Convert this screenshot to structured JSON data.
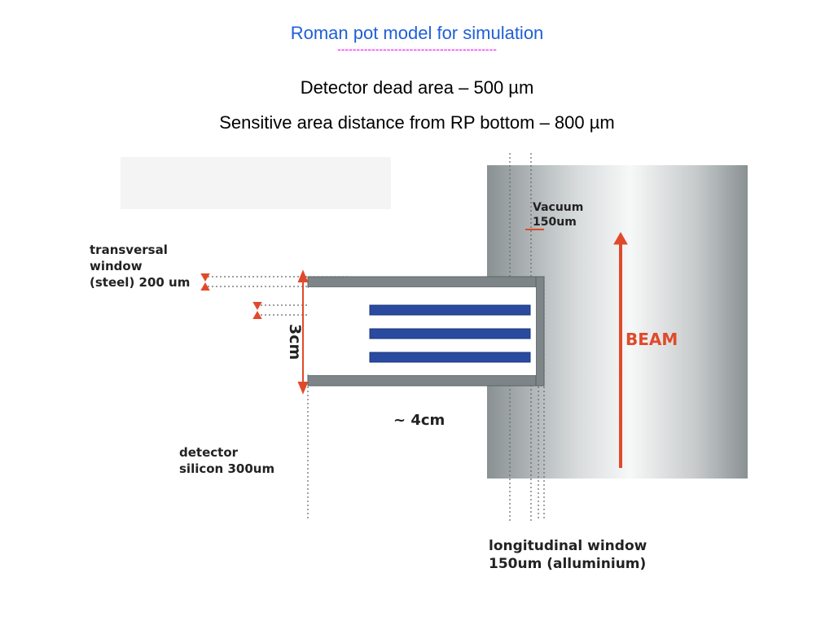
{
  "header": {
    "title": "Roman pot  model for simulation",
    "dashes": "------------------------------------------",
    "line1": "Detector dead area – 500 µm",
    "line2": "Sensitive area distance from  RP bottom – 800 µm"
  },
  "diagram": {
    "vacuum_label": "Vacuum",
    "vacuum_value": "150um",
    "transversal_1": "transversal",
    "transversal_2": "window",
    "transversal_3": "(steel) 200 um",
    "height_label": "3cm",
    "width_label": "~ 4cm",
    "beam_label": "BEAM",
    "detector_1": "detector",
    "detector_2": "silicon 300um",
    "longitudinal_1": "longitudinal window",
    "longitudinal_2": "150um (alluminium)"
  },
  "colors": {
    "title": "#1f5fd6",
    "dashes": "#ff00ff",
    "beam": "#e04a2a",
    "detector": "#2a4aa0",
    "pot_frame": "#7d8588"
  }
}
